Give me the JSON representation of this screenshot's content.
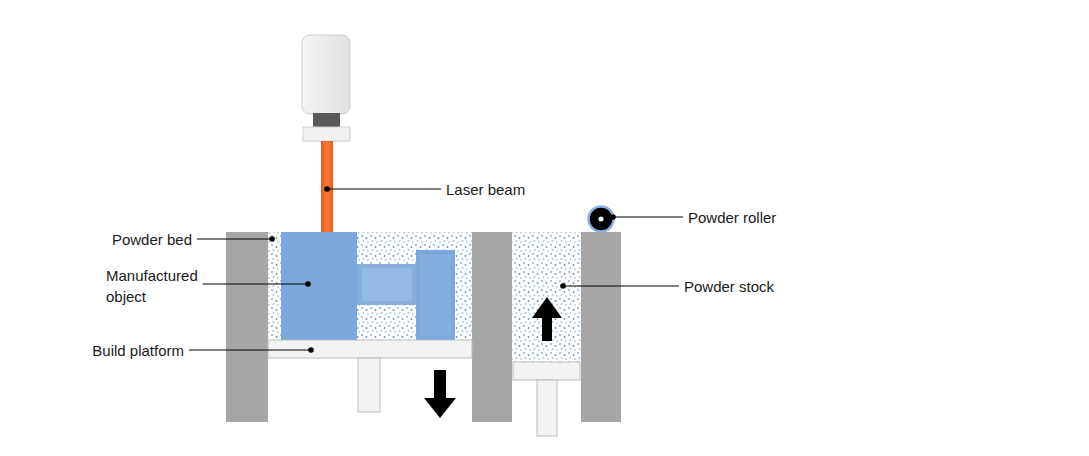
{
  "diagram": {
    "labels": [
      "Laser beam",
      "Powder roller",
      "Powder bed",
      "Manufactured object",
      "Powder stock",
      "Build platform"
    ]
  }
}
